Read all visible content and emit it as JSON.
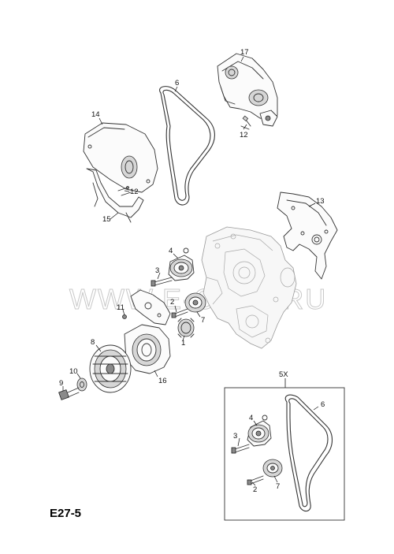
{
  "diagram_code": "E27-5",
  "watermark": "WWW.E-CATS.RU",
  "callouts": {
    "c1": "1",
    "c2": "2",
    "c3": "3",
    "c4": "4",
    "c6": "6",
    "c7": "7",
    "c8": "8",
    "c9": "9",
    "c10": "10",
    "c11": "11",
    "c12a": "12",
    "c12b": "12",
    "c13": "13",
    "c14": "14",
    "c15": "15",
    "c16": "16",
    "c17": "17"
  },
  "inset": {
    "label": "5X",
    "callouts": {
      "c2": "2",
      "c3": "3",
      "c4": "4",
      "c6": "6",
      "c7": "7"
    }
  }
}
